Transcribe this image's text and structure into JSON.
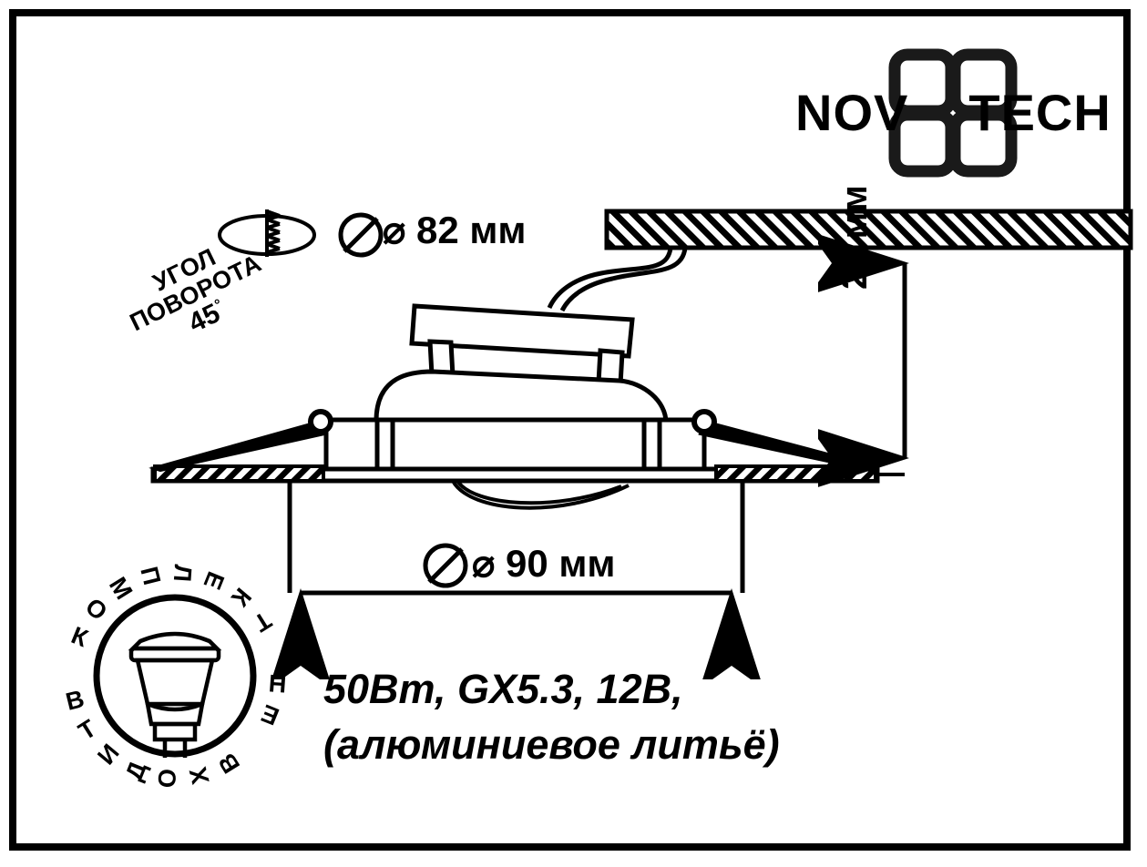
{
  "document": {
    "type": "product-dimension-diagram",
    "brand": "NOVOTECH",
    "border_color": "#000000",
    "background_color": "#ffffff"
  },
  "logo": {
    "wordmark_left": "NOV",
    "wordmark_right": "TECH",
    "full_text": "NOVOTECH",
    "mark_name": "pinwheel-four-petal-mark",
    "color": "#1a1a1a"
  },
  "callouts": {
    "drill_hole": {
      "icon_name": "drill-bit-hole-icon",
      "diameter_symbol": "⌀",
      "value": "82",
      "unit": "мм",
      "text": "⌀ 82 мм"
    },
    "outer_diameter": {
      "diameter_symbol": "⌀",
      "value": "90",
      "unit": "мм",
      "text": "⌀ 90 мм"
    },
    "recess_depth": {
      "value": "20",
      "unit": "мм",
      "text": "20 мм"
    },
    "rotation": {
      "line1": "УГОЛ",
      "line2": "ПОВОРОТА",
      "line3": "45",
      "degree_symbol": "°",
      "text": "УГОЛ ПОВОРОТА 45°"
    }
  },
  "specs": {
    "line1": "50Вт, GX5.3, 12В,",
    "line2": "(алюминиевое литьё)",
    "power": "50Вт",
    "socket": "GX5.3",
    "voltage": "12В",
    "material": "алюминиевое литьё"
  },
  "kit_badge": {
    "ring_text": "В КОМПЛЕКТ НЕ ВХОДИТ",
    "letters": [
      "В",
      " ",
      "К",
      "О",
      "М",
      "П",
      "Л",
      "Е",
      "К",
      "Т",
      " ",
      "Н",
      "Е",
      " ",
      "В",
      "Х",
      "О",
      "Д",
      "И",
      "Т"
    ],
    "icon_name": "mr16-gx53-lamp-icon",
    "meaning": "lamp not included in kit"
  },
  "drawing": {
    "ceiling_name": "hatched-ceiling-panel",
    "fixture_name": "recessed-spotlight-fixture",
    "parts": [
      "terminal-block",
      "lamp-dome-housing",
      "trim-flange",
      "spring-clip-left",
      "spring-clip-right",
      "reflector-lens",
      "supply-wire"
    ]
  }
}
